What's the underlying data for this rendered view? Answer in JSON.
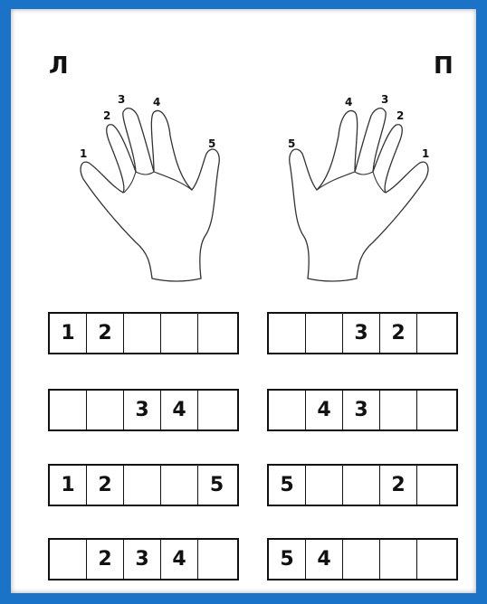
{
  "labels": {
    "left": "Л",
    "right": "П"
  },
  "finger_numbers": [
    "1",
    "2",
    "3",
    "4",
    "5"
  ],
  "rows": [
    {
      "left": [
        "1",
        "2",
        "",
        "",
        ""
      ],
      "right": [
        "",
        "",
        "3",
        "2",
        ""
      ]
    },
    {
      "left": [
        "",
        "",
        "3",
        "4",
        ""
      ],
      "right": [
        "",
        "4",
        "3",
        "",
        ""
      ]
    },
    {
      "left": [
        "1",
        "2",
        "",
        "",
        "5"
      ],
      "right": [
        "5",
        "",
        "",
        "2",
        ""
      ]
    },
    {
      "left": [
        "",
        "2",
        "3",
        "4",
        ""
      ],
      "right": [
        "5",
        "4",
        "",
        "",
        ""
      ]
    }
  ],
  "colors": {
    "frame": "#1b73c8",
    "ink": "#111111"
  }
}
